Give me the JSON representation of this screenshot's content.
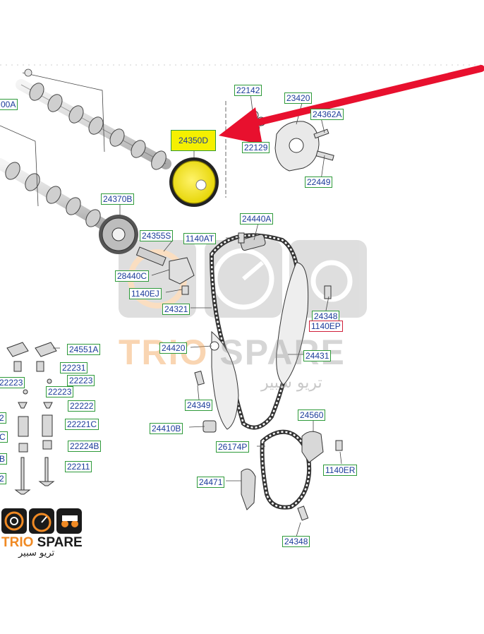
{
  "labels": {
    "p_00A": "00A",
    "p_22142": "22142",
    "p_23420": "23420",
    "p_24362A": "24362A",
    "p_22129": "22129",
    "p_24350D": "24350D",
    "p_22449": "22449",
    "p_24370B": "24370B",
    "p_24440A": "24440A",
    "p_24355S": "24355S",
    "p_1140AT": "1140AT",
    "p_28440C": "28440C",
    "p_1140EJ": "1140EJ",
    "p_24321": "24321",
    "p_24348a": "24348",
    "p_1140EP": "1140EP",
    "p_24420": "24420",
    "p_24431": "24431",
    "p_24551A": "24551A",
    "p_22231": "22231",
    "p_22223a": "22223",
    "p_22223b": "22223",
    "p_22223c": "22223",
    "p_22222": "22222",
    "p_24349": "24349",
    "p_2": "2",
    "p_22221C": "22221C",
    "p_C": "C",
    "p_22224B": "22224B",
    "p_24410B": "24410B",
    "p_24560": "24560",
    "p_26174P": "26174P",
    "p_1140ER": "1140ER",
    "p_22211": "22211",
    "p_B": "B",
    "p_24471": "24471",
    "p_2b": "2",
    "p_24348b": "24348"
  },
  "watermark": {
    "brand_part1": "TRIO",
    "brand_part2": "SPARE",
    "arabic": "تريو سبير"
  },
  "logo": {
    "brand_part1": "TRIO",
    "brand_part2": "SPARE",
    "arabic": "تريو سبير"
  },
  "colors": {
    "label_text": "#1b3b9a",
    "label_border": "#2e9a3a",
    "label_border_alt": "#d0203a",
    "highlight": "#f5f000",
    "arrow": "#e8102e",
    "brand_orange": "#f08a24",
    "logo_dark": "#1a1a1a",
    "watermark_grey": "#8c8c8c"
  }
}
